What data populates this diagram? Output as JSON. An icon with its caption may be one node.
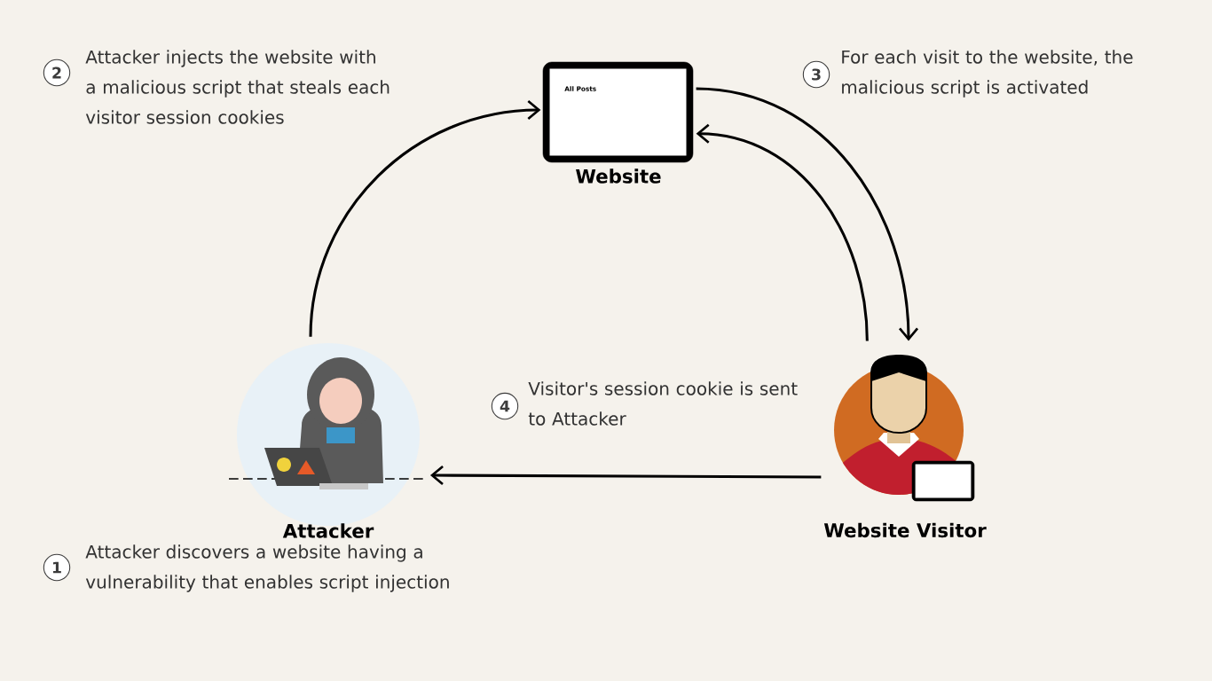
{
  "diagram": {
    "nodes": [
      {
        "text": [
          "Website"
        ]
      },
      {
        "text": [
          "Attacker"
        ]
      },
      {
        "text": [
          "Website Visitor"
        ]
      }
    ],
    "edges": [
      {
        "from": 1,
        "to": 0,
        "arrow": "to"
      },
      {
        "from": 0,
        "to": 2,
        "arrow": "to"
      },
      {
        "from": 2,
        "to": 0,
        "arrow": "to"
      },
      {
        "from": 2,
        "to": 1,
        "arrow": "to"
      }
    ],
    "labels": [
      "2",
      "Attacker injects the website with a malicious script that steals each visitor session cookies",
      "3",
      "For each visit to the website, the malicious script is activated",
      "4",
      "Visitor's session cookie is sent to Attacker",
      "1",
      "Attacker discovers a website having a vulnerability that enables script injection",
      "All Posts"
    ]
  }
}
